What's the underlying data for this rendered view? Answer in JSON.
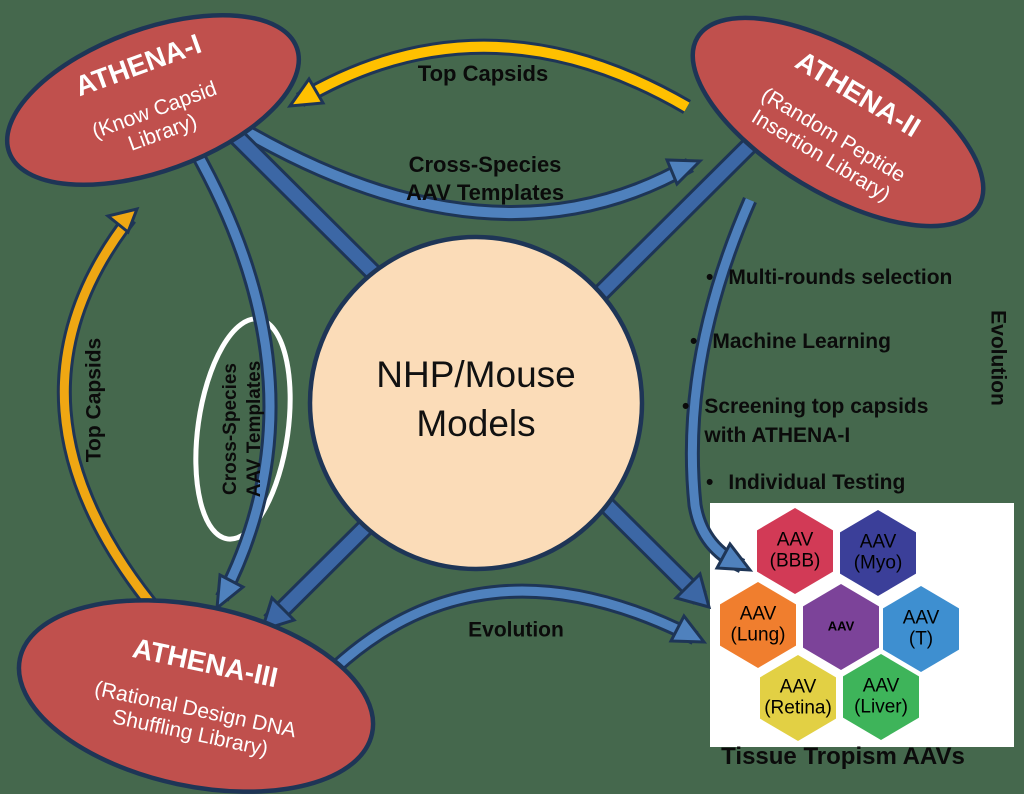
{
  "background_color": "#45684D",
  "palette": {
    "node_fill": "#C0504D",
    "node_border": "#1E3556",
    "center_fill": "#FBDCB8",
    "blue_arrow": "#4F81BD",
    "dark_blue_arrow": "#3C67A5",
    "gold_arrow_top": "#FFC000",
    "gold_arrow_left": "#EFA713",
    "panel_bg": "#FFFFFF",
    "text_dark": "#0B0B0B",
    "text_light": "#FFFFFF"
  },
  "nodes": {
    "athena1": {
      "title": "ATHENA-I",
      "subtitle": "(Know Capsid\nLibrary)"
    },
    "athena2": {
      "title": "ATHENA-II",
      "subtitle": "(Random Peptide\nInsertion Library)"
    },
    "athena3": {
      "title": "ATHENA-III",
      "subtitle": "(Rational Design DNA\nShuffling Library)"
    },
    "center": {
      "label": "NHP/Mouse\nModels"
    }
  },
  "labels": {
    "top_capsids_top": "Top Capsids",
    "cross_species_top": "Cross-Species\nAAV Templates",
    "top_capsids_left": "Top Capsids",
    "cross_species_left": "Cross-Species\nAAV Templates",
    "evolution_bottom": "Evolution",
    "evolution_right": "Evolution"
  },
  "bullets": [
    {
      "marker": "•",
      "text": "Multi-rounds selection"
    },
    {
      "marker": "•",
      "text": "Machine Learning"
    },
    {
      "marker": "•",
      "text": "Screening top capsids\nwith ATHENA-I"
    },
    {
      "marker": "•",
      "text": "Individual Testing"
    }
  ],
  "tissue_panel": {
    "title": "Tissue Tropism AAVs",
    "hexagons": [
      {
        "label": "AAV\n(BBB)",
        "color": "#D23A56"
      },
      {
        "label": "AAV\n(Myo)",
        "color": "#3B3F99"
      },
      {
        "label": "AAV\n(Lung)",
        "color": "#F07E2E"
      },
      {
        "label": "AAV",
        "color": "#7C4399"
      },
      {
        "label": "AAV\n(T)",
        "color": "#3E8FD0"
      },
      {
        "label": "AAV\n(Retina)",
        "color": "#E2D044"
      },
      {
        "label": "AAV\n(Liver)",
        "color": "#3EB45A"
      }
    ]
  }
}
